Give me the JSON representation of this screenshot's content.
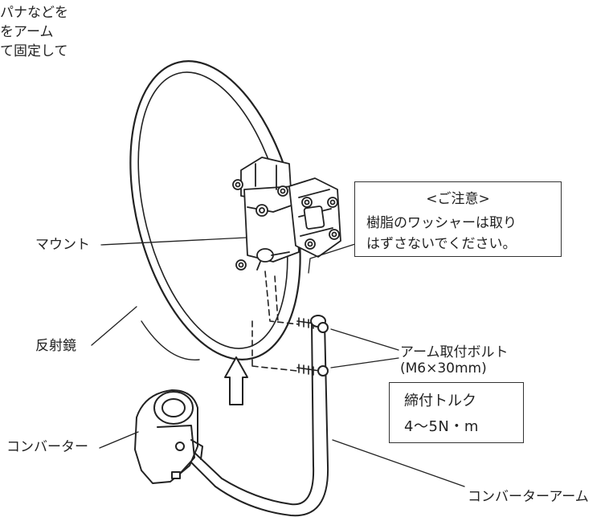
{
  "intro_lines": [
    "パナなどを",
    "をアーム",
    "て固定して"
  ],
  "labels": {
    "mount": "マウント",
    "reflector": "反射鏡",
    "converter": "コンバーター",
    "converter_arm": "コンバーターアーム",
    "arm_bolt": "アーム取付ボルト",
    "arm_bolt_spec": "(M6×30mm)"
  },
  "caution": {
    "title": "<ご注意>",
    "line1": "樹脂のワッシャーは取り",
    "line2": "はずさないでください。"
  },
  "torque": {
    "title": "締付トルク",
    "value": "4〜5N・m"
  },
  "colors": {
    "line": "#222222",
    "background": "#ffffff"
  }
}
